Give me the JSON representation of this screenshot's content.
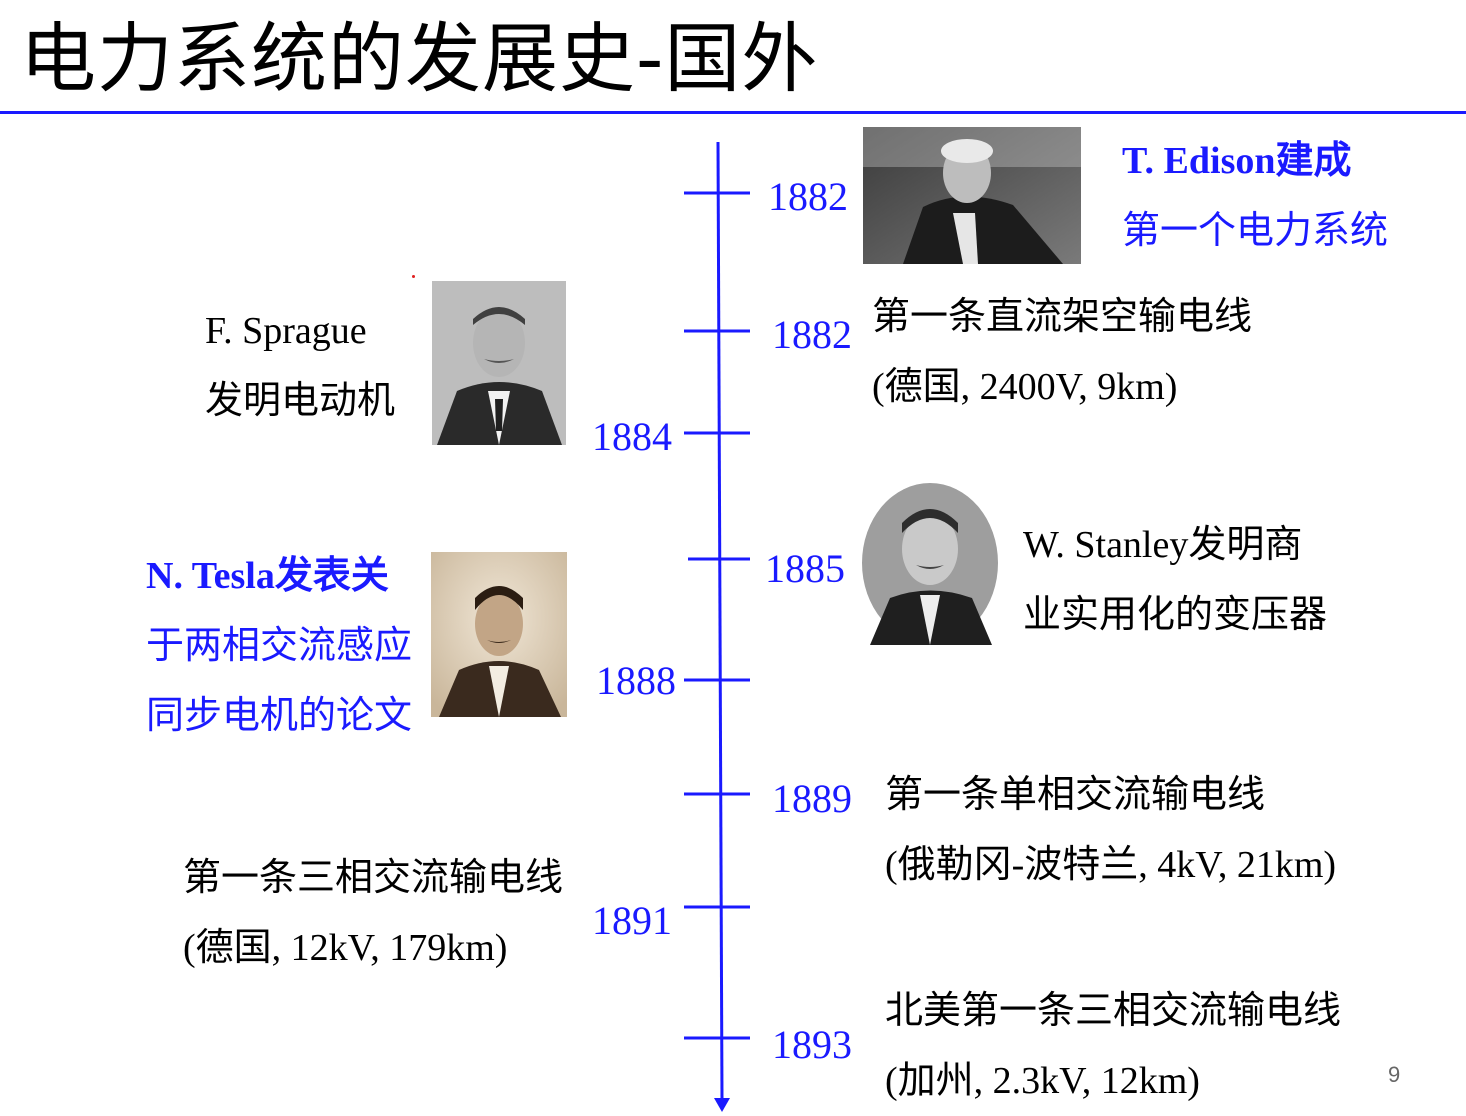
{
  "title": "电力系统的发展史-国外",
  "page_number": "9",
  "accent_color": "#1a1aff",
  "events": {
    "edison": {
      "year": "1882",
      "line1": "T. Edison建成",
      "line2": "第一个电力系统"
    },
    "dc_line": {
      "year": "1882",
      "line1": "第一条直流架空输电线",
      "line2": "(德国, 2400V, 9km)"
    },
    "sprague": {
      "year": "1884",
      "line1": "F. Sprague",
      "line2": "发明电动机"
    },
    "stanley": {
      "year": "1885",
      "line1": "W. Stanley发明商",
      "line2": "业实用化的变压器"
    },
    "tesla": {
      "year": "1888",
      "line1": "N. Tesla发表关",
      "line2": "于两相交流感应",
      "line3": "同步电机的论文"
    },
    "single_phase": {
      "year": "1889",
      "line1": "第一条单相交流输电线",
      "line2": "(俄勒冈-波特兰, 4kV, 21km)"
    },
    "three_phase_de": {
      "year": "1891",
      "line1": "第一条三相交流输电线",
      "line2": "(德国, 12kV, 179km)"
    },
    "three_phase_na": {
      "year": "1893",
      "line1": "北美第一条三相交流输电线",
      "line2": "(加州, 2.3kV, 12km)"
    }
  }
}
